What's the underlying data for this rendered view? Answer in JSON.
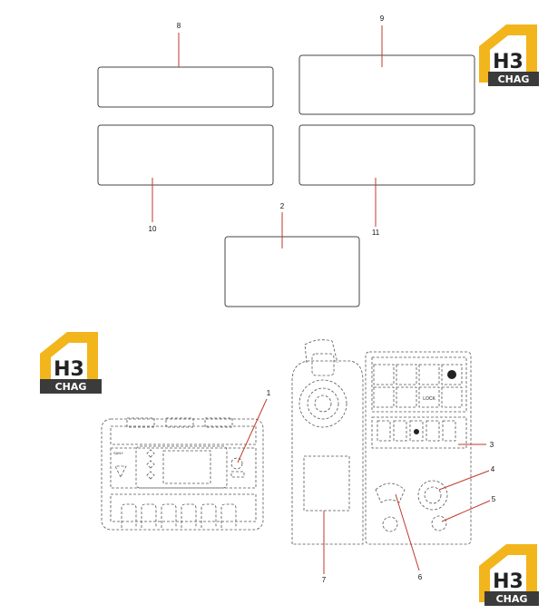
{
  "callouts": {
    "c1": "1",
    "c2": "2",
    "c3": "3",
    "c4": "4",
    "c5": "5",
    "c6": "6",
    "c7": "7",
    "c8": "8",
    "c9": "9",
    "c10": "10",
    "c11": "11"
  },
  "logo": {
    "main": "H3",
    "sub": "CHAG",
    "colors": {
      "gold": "#f2b51c",
      "dark": "#3b3b3b"
    }
  },
  "controller": {
    "brand": "SANY"
  },
  "switch_panel": {
    "lock_label": "LOCK"
  },
  "colors": {
    "line": "#444444",
    "callout": "#c0392b"
  }
}
